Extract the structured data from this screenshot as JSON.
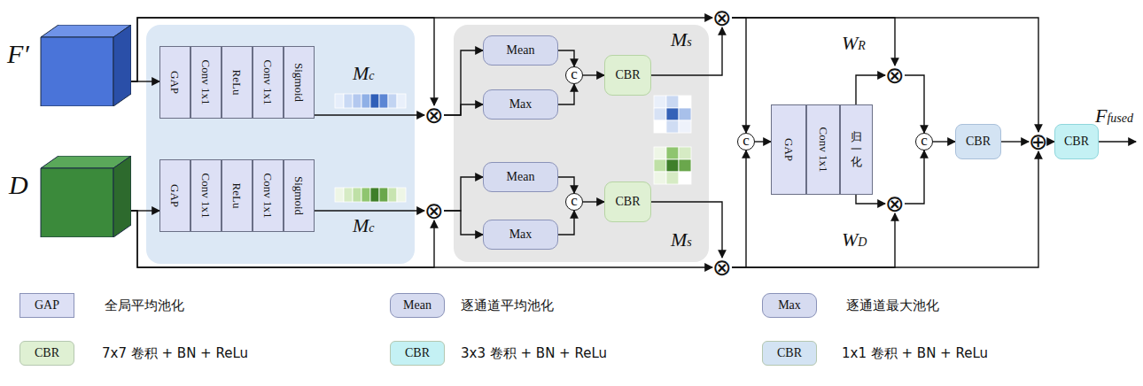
{
  "diagram": {
    "nodes": [
      {
        "text": [
          "F′"
        ]
      },
      {
        "text": [
          "D"
        ]
      },
      {
        "text": [
          "Mc",
          "Mc"
        ]
      },
      {
        "text": [
          "GAP"
        ],
        "in": 2
      },
      {
        "text": [
          "Conv 1x1"
        ],
        "in": 2
      },
      {
        "text": [
          "ReLu"
        ],
        "in": 2
      },
      {
        "text": [
          "Conv 1x1"
        ],
        "in": 2
      },
      {
        "text": [
          "Sigmoid"
        ],
        "in": 2
      },
      {
        "text": [
          "GAP"
        ],
        "in": 2
      },
      {
        "text": [
          "Conv 1x1"
        ],
        "in": 2
      },
      {
        "text": [
          "ReLu"
        ],
        "in": 2
      },
      {
        "text": [
          "Conv 1x1"
        ],
        "in": 2
      },
      {
        "text": [
          "Sigmoid"
        ],
        "in": 2
      },
      {
        "text": [
          "Ms",
          "Ms"
        ]
      },
      {
        "text": [
          "Mean"
        ],
        "in": 13
      },
      {
        "text": [
          "Max"
        ],
        "in": 13
      },
      {
        "text": [
          "c"
        ],
        "in": 13
      },
      {
        "text": [
          "CBR"
        ],
        "in": 13
      },
      {
        "text": [
          "Mean"
        ],
        "in": 13
      },
      {
        "text": [
          "Max"
        ],
        "in": 13
      },
      {
        "text": [
          "c"
        ],
        "in": 13
      },
      {
        "text": [
          "CBR"
        ],
        "in": 13
      },
      {
        "text": [
          "⊗"
        ]
      },
      {
        "text": [
          "⊗"
        ]
      },
      {
        "text": [
          "⊗"
        ]
      },
      {
        "text": [
          "⊗"
        ]
      },
      {
        "text": [
          "c"
        ]
      },
      {
        "text": [
          "GAP"
        ]
      },
      {
        "text": [
          "Conv 1x1"
        ]
      },
      {
        "text": [
          "归一化"
        ]
      },
      {
        "text": [
          "⊗"
        ]
      },
      {
        "text": [
          "⊗"
        ]
      },
      {
        "text": [
          "c"
        ]
      },
      {
        "text": [
          "CBR"
        ]
      },
      {
        "text": [
          "⊕"
        ]
      },
      {
        "text": [
          "CBR"
        ]
      }
    ],
    "edges": [
      {
        "from": 0,
        "to": 3,
        "arrow": "to"
      },
      {
        "from": 7,
        "to": 22,
        "arrow": "to"
      },
      {
        "from": 0,
        "to": 22,
        "arrow": "to"
      },
      {
        "from": 0,
        "to": 24,
        "arrow": "to"
      },
      {
        "from": 22,
        "to": 14,
        "arrow": "to"
      },
      {
        "from": 22,
        "to": 15,
        "arrow": "to"
      },
      {
        "from": 14,
        "to": 16,
        "arrow": "to"
      },
      {
        "from": 15,
        "to": 16,
        "arrow": "to"
      },
      {
        "from": 16,
        "to": 17,
        "arrow": "to"
      },
      {
        "from": 17,
        "to": 24,
        "arrow": "to"
      },
      {
        "from": 1,
        "to": 8,
        "arrow": "to"
      },
      {
        "from": 12,
        "to": 23,
        "arrow": "to"
      },
      {
        "from": 1,
        "to": 23,
        "arrow": "to"
      },
      {
        "from": 1,
        "to": 25,
        "arrow": "to"
      },
      {
        "from": 23,
        "to": 18,
        "arrow": "to"
      },
      {
        "from": 23,
        "to": 19,
        "arrow": "to"
      },
      {
        "from": 18,
        "to": 20,
        "arrow": "to"
      },
      {
        "from": 19,
        "to": 20,
        "arrow": "to"
      },
      {
        "from": 20,
        "to": 21,
        "arrow": "to"
      },
      {
        "from": 21,
        "to": 25,
        "arrow": "to"
      },
      {
        "from": 24,
        "to": 26,
        "arrow": "to"
      },
      {
        "from": 25,
        "to": 26,
        "arrow": "to"
      },
      {
        "from": 26,
        "to": 27,
        "arrow": "to"
      },
      {
        "from": 24,
        "to": 30,
        "arrow": "to"
      },
      {
        "from": 24,
        "to": 34,
        "arrow": "to"
      },
      {
        "from": 25,
        "to": 31,
        "arrow": "to"
      },
      {
        "from": 25,
        "to": 34,
        "arrow": "to"
      },
      {
        "from": 29,
        "to": 30,
        "arrow": "to"
      },
      {
        "from": 29,
        "to": 31,
        "arrow": "to"
      },
      {
        "from": 30,
        "to": 32,
        "arrow": "to"
      },
      {
        "from": 31,
        "to": 32,
        "arrow": "to"
      },
      {
        "from": 32,
        "to": 33,
        "arrow": "to"
      },
      {
        "from": 33,
        "to": 34,
        "arrow": "to"
      },
      {
        "from": 34,
        "to": 35,
        "arrow": "to"
      }
    ],
    "labels": [
      "WR",
      "WD",
      "Ffused",
      "GAP",
      "Mean",
      "Max",
      "CBR",
      "CBR",
      "CBR"
    ],
    "legend": [
      {
        "text": "全局平均池化",
        "color": "#dde0f5"
      },
      {
        "text": "逐通道平均池化",
        "color": "#d6dbf0"
      },
      {
        "text": "逐通道最大池化",
        "color": "#d6dbf0"
      },
      {
        "text": "7x7 卷积 + BN + ReLu",
        "color": "#dff0d3"
      },
      {
        "text": "3x3 卷积 + BN + ReLu",
        "color": "#c4f1f4"
      },
      {
        "text": "1x1 卷积 + BN + ReLu",
        "color": "#d3e3f3"
      }
    ]
  }
}
